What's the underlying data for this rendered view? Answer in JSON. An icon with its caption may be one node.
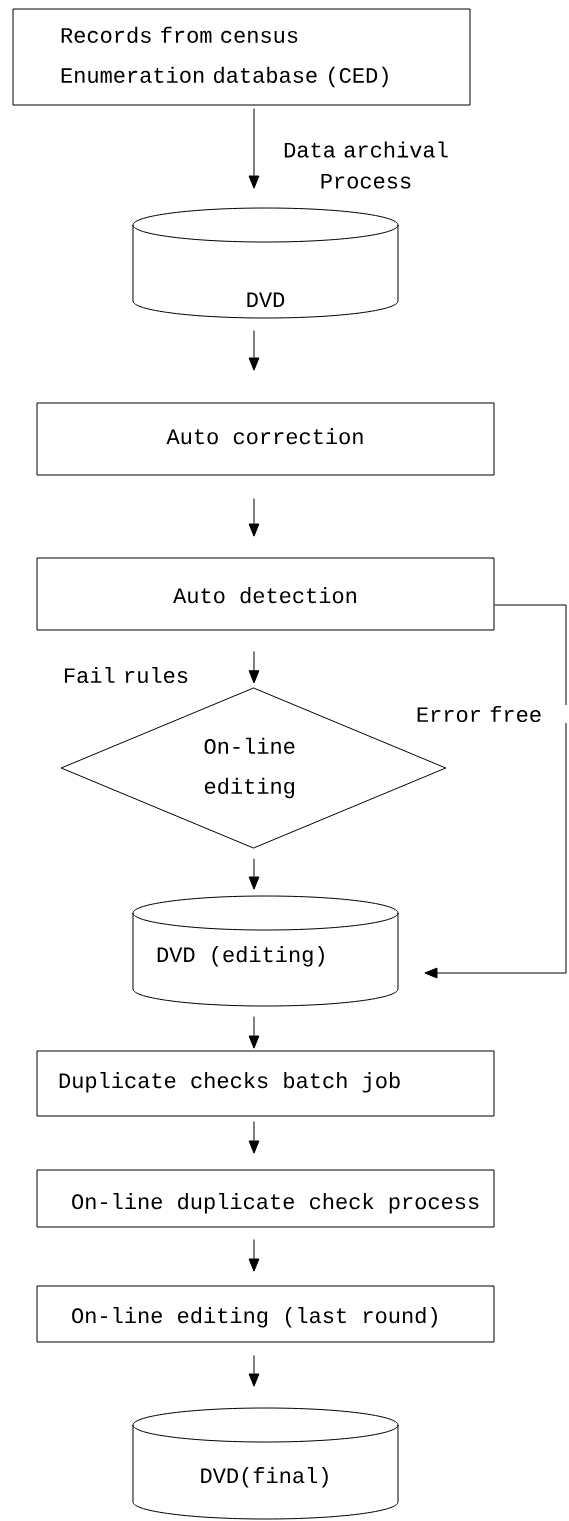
{
  "diagram": {
    "nodes": [
      {
        "text": [
          "Records from census Enumeration database (CED)"
        ]
      },
      {
        "text": [
          "DVD"
        ]
      },
      {
        "text": [
          "Auto correction"
        ]
      },
      {
        "text": [
          "Auto detection"
        ]
      },
      {
        "text": [
          "On-line editing"
        ]
      },
      {
        "text": [
          "DVD (editing)"
        ]
      },
      {
        "text": [
          "Duplicate checks batch job"
        ]
      },
      {
        "text": [
          "On-line duplicate check process"
        ]
      },
      {
        "text": [
          "On-line editing (last round)"
        ]
      },
      {
        "text": [
          "DVD(final)"
        ]
      }
    ],
    "edges": [
      {
        "from": 0,
        "to": 1,
        "arrow": "to",
        "label": "Data archival Process"
      },
      {
        "from": 1,
        "to": 2,
        "arrow": "to"
      },
      {
        "from": 2,
        "to": 3,
        "arrow": "to"
      },
      {
        "from": 3,
        "to": 4,
        "arrow": "to",
        "label": "Fail rules"
      },
      {
        "from": 4,
        "to": 5,
        "arrow": "to"
      },
      {
        "from": 3,
        "to": 5,
        "arrow": "to",
        "label": "Error free"
      },
      {
        "from": 5,
        "to": 6,
        "arrow": "to"
      },
      {
        "from": 6,
        "to": 7,
        "arrow": "to"
      },
      {
        "from": 7,
        "to": 8,
        "arrow": "to"
      },
      {
        "from": 8,
        "to": 9,
        "arrow": "to"
      }
    ]
  }
}
